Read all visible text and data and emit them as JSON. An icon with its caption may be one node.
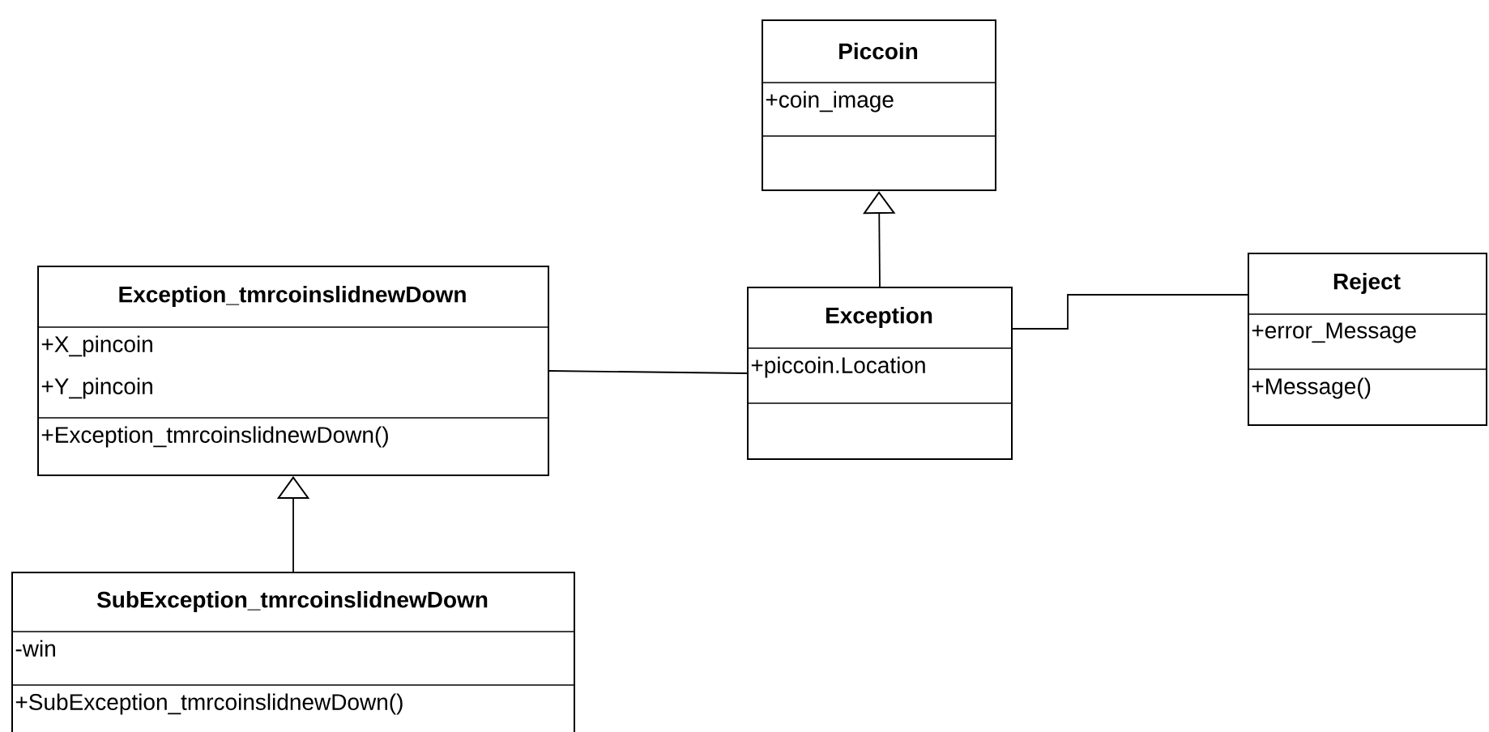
{
  "diagram": {
    "nodes": [
      {
        "text": [
          "Piccoin",
          "+coin_image"
        ]
      },
      {
        "text": [
          "Exception_tmrcoinslidnewDown",
          "+X_pincoin",
          "+Y_pincoin",
          "+Exception_tmrcoinslidnewDown()"
        ]
      },
      {
        "text": [
          "Exception",
          "+piccoin.Location"
        ]
      },
      {
        "text": [
          "Reject",
          "+error_Message",
          "+Message()"
        ]
      },
      {
        "text": [
          "SubException_tmrcoinslidnewDown",
          "-win",
          "+SubException_tmrcoinslidnewDown()"
        ]
      }
    ],
    "edges": [
      {
        "from": 2,
        "to": 0,
        "arrow": "to"
      },
      {
        "from": 1,
        "to": 2,
        "arrow": "none"
      },
      {
        "from": 2,
        "to": 3,
        "arrow": "none"
      },
      {
        "from": 4,
        "to": 1,
        "arrow": "to"
      }
    ]
  }
}
